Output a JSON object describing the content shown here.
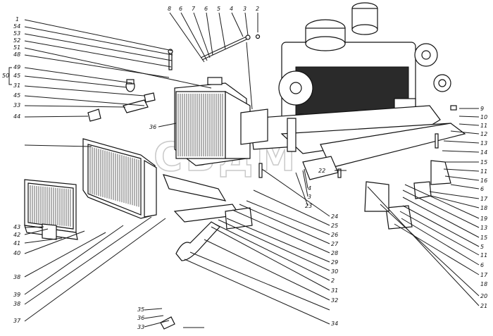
{
  "watermark": "СБДМ",
  "callouts_left": [
    "1",
    "54",
    "53",
    "52",
    "51",
    "48",
    "49",
    "45",
    "31",
    "45",
    "33",
    "44",
    "43",
    "42",
    "41",
    "40",
    "38",
    "39",
    "38",
    "37"
  ],
  "group_bracket_label": "50",
  "callouts_top": [
    "8",
    "6",
    "7",
    "6",
    "5",
    "4",
    "3",
    "2"
  ],
  "callouts_right": [
    "9",
    "10",
    "11",
    "12",
    "13",
    "14",
    "15",
    "11",
    "16",
    "6",
    "17",
    "18",
    "19",
    "13",
    "15",
    "5",
    "11",
    "6",
    "17",
    "18",
    "20",
    "21"
  ],
  "callouts_center": [
    "36",
    "22",
    "4",
    "3",
    "23",
    "24",
    "25",
    "26",
    "27",
    "28",
    "29",
    "30",
    "2",
    "31",
    "32",
    "34",
    "35",
    "36",
    "33"
  ]
}
